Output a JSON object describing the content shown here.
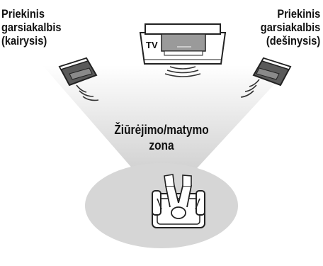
{
  "left_speaker_label": [
    "Priekinis",
    "garsiakalbis",
    "(kairysis)"
  ],
  "right_speaker_label": [
    "Priekinis",
    "garsiakalbis",
    "(dešinysis)"
  ],
  "tv_label": "TV",
  "zone_label": [
    "Žiūrėjimo/matymo",
    "zona"
  ],
  "colors": {
    "zone_fill": "#cfcfcf",
    "floor_fill": "#d9d9d9",
    "outline": "#222222",
    "speaker_dark": "#5a5a5a",
    "tv_screen": "#9a9a9a"
  }
}
